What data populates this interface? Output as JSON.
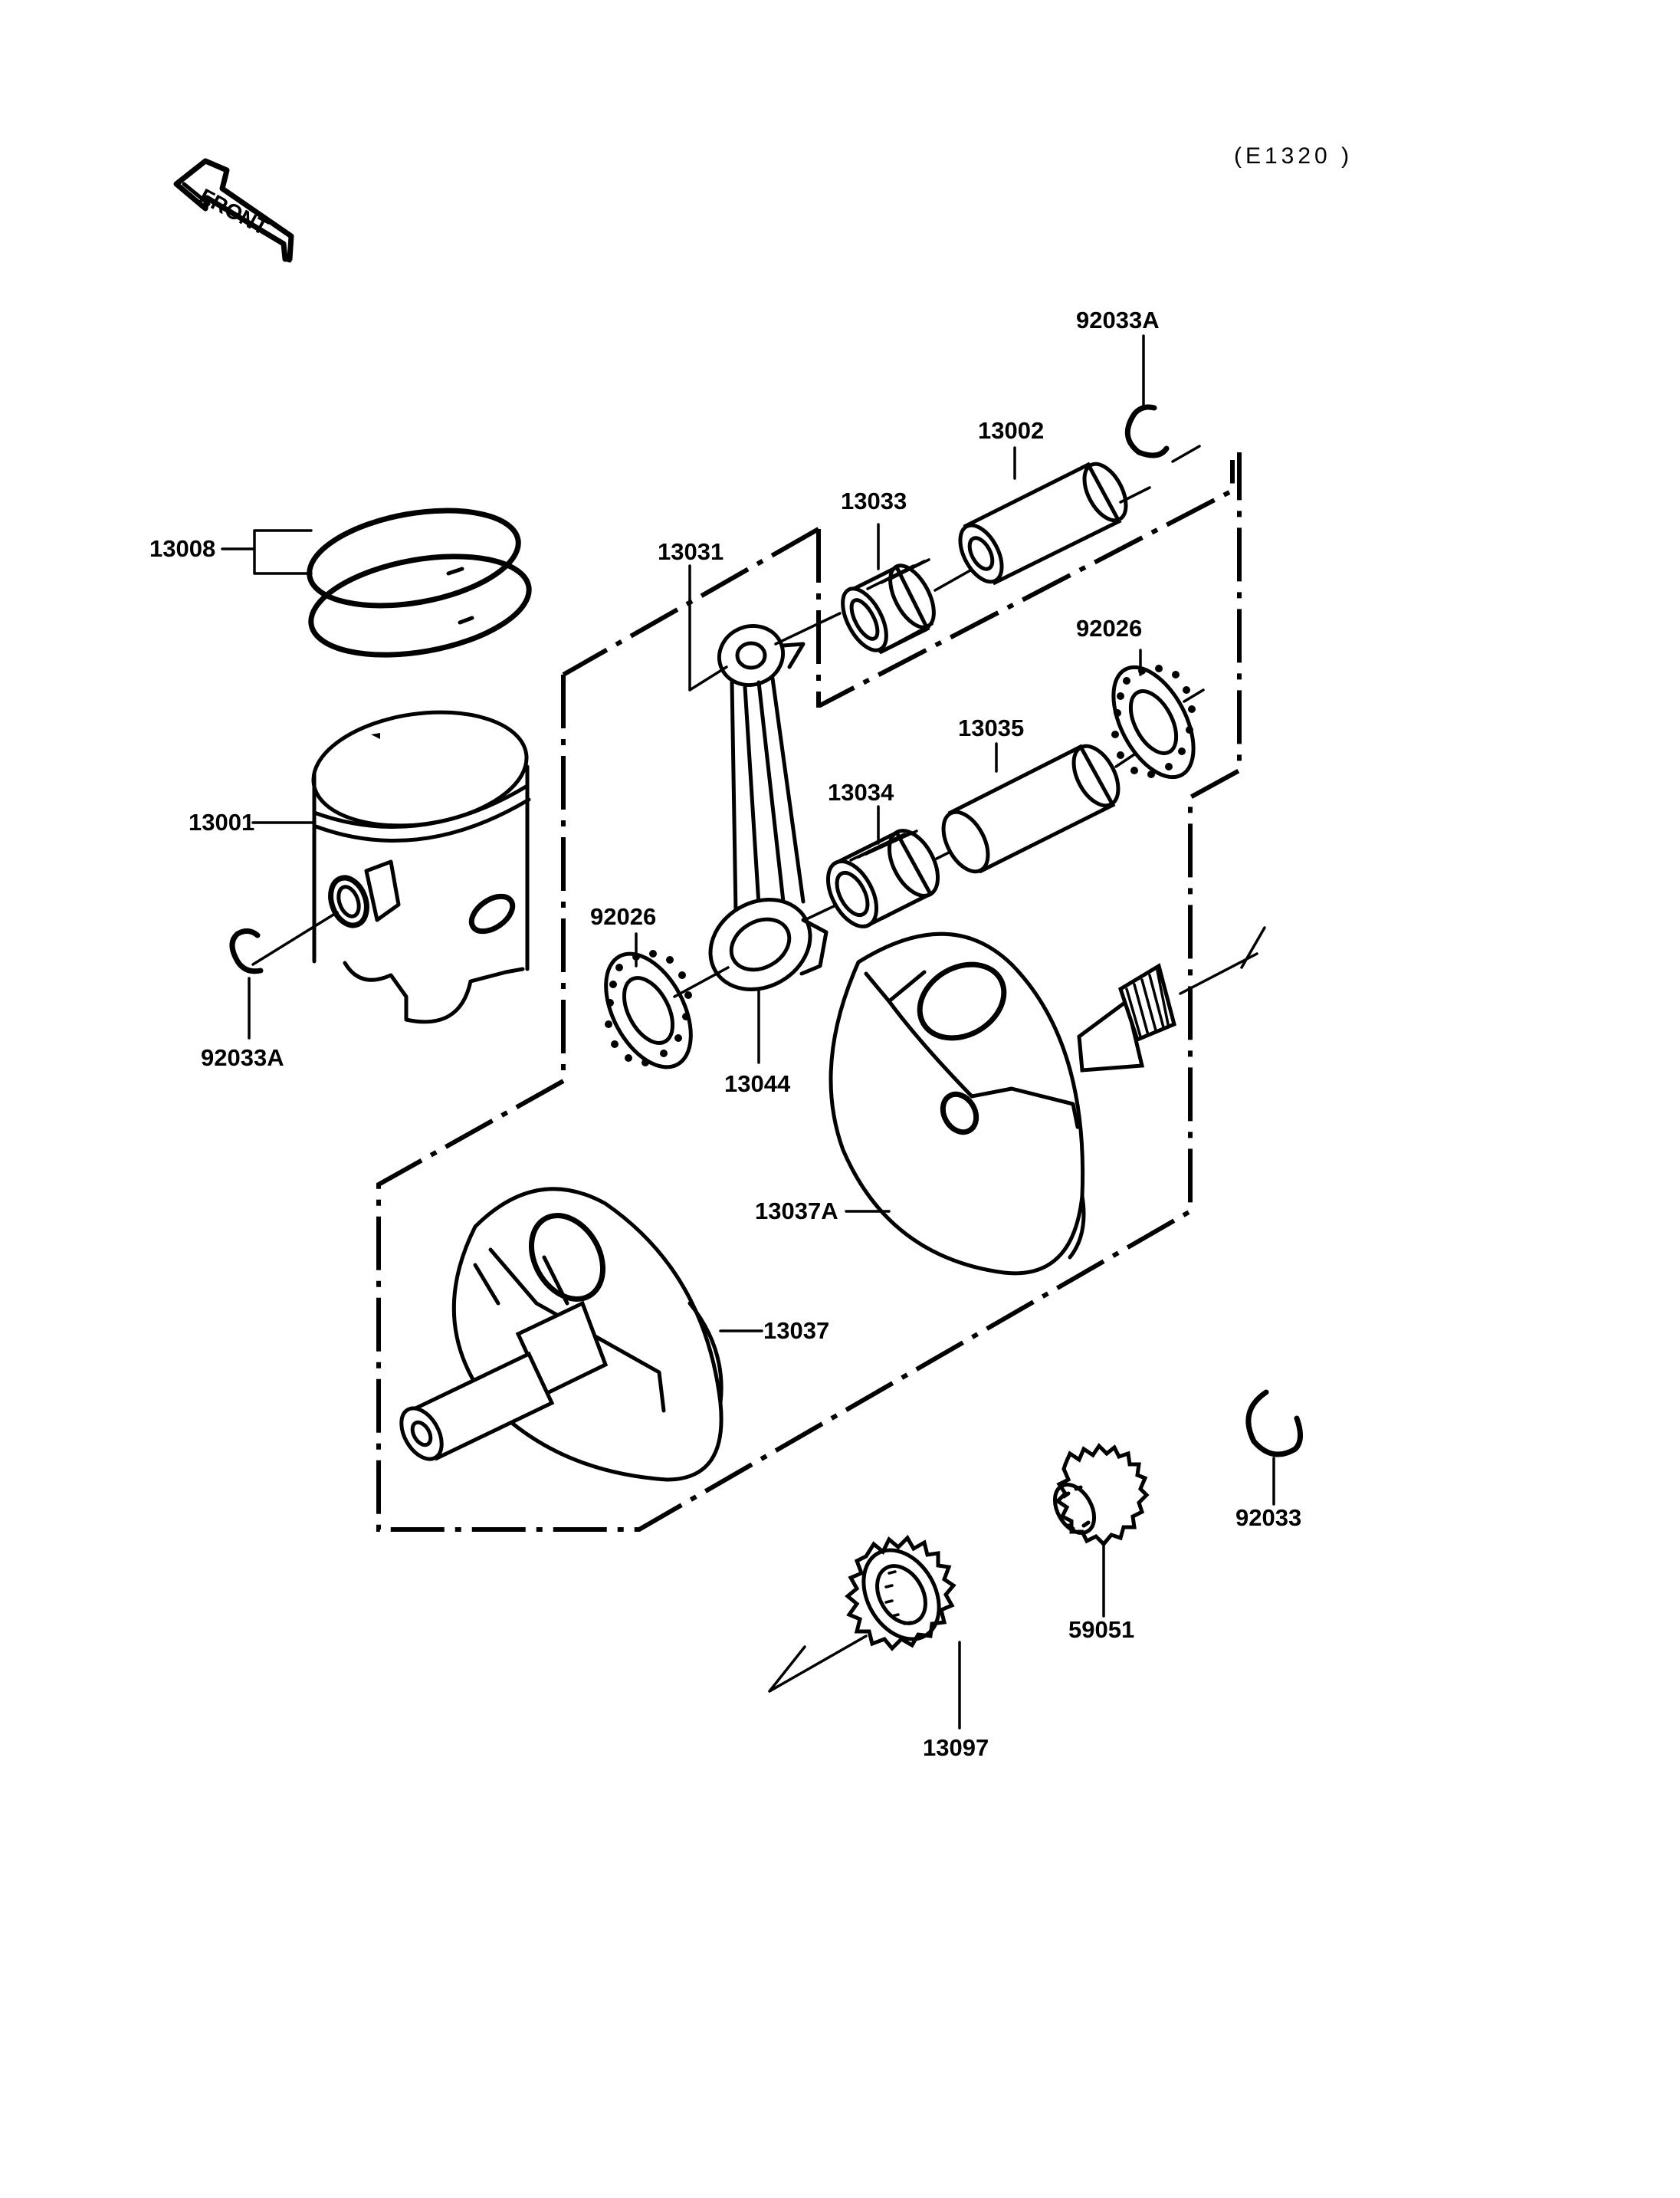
{
  "diagram": {
    "reference_code": "(E1320 )",
    "front_arrow_label": "FRONT",
    "parts": {
      "p13008": "13008",
      "p13001": "13001",
      "p92033A_left": "92033A",
      "p13031": "13031",
      "p13033": "13033",
      "p13002": "13002",
      "p92033A_top": "92033A",
      "p92026_right": "92026",
      "p13035": "13035",
      "p13034": "13034",
      "p92026_left": "92026",
      "p13044": "13044",
      "p13037A": "13037A",
      "p13037": "13037",
      "p92033": "92033",
      "p59051": "59051",
      "p13097": "13097"
    }
  }
}
